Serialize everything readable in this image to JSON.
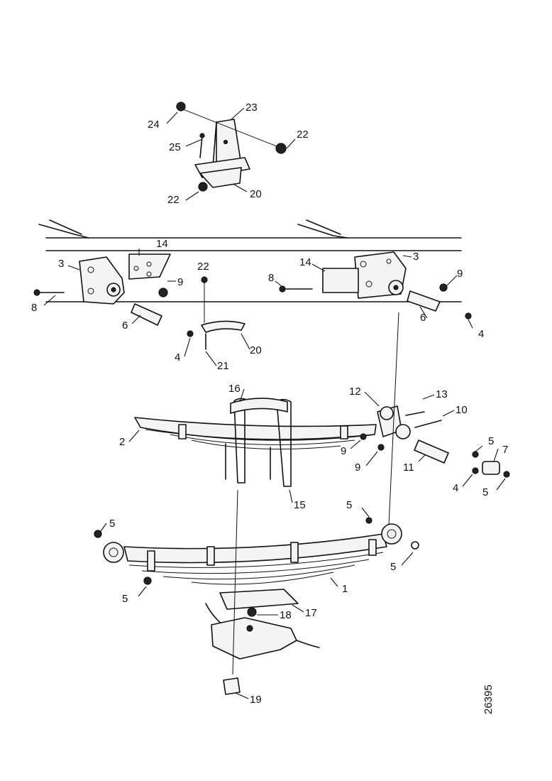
{
  "figure_id": "26395",
  "callouts": [
    "1",
    "2",
    "3",
    "3",
    "4",
    "4",
    "4",
    "5",
    "5",
    "5",
    "5",
    "5",
    "5",
    "6",
    "6",
    "7",
    "8",
    "8",
    "9",
    "9",
    "9",
    "9",
    "10",
    "11",
    "12",
    "13",
    "14",
    "14",
    "15",
    "16",
    "17",
    "18",
    "19",
    "20",
    "20",
    "21",
    "22",
    "22",
    "22",
    "23",
    "24",
    "25"
  ]
}
